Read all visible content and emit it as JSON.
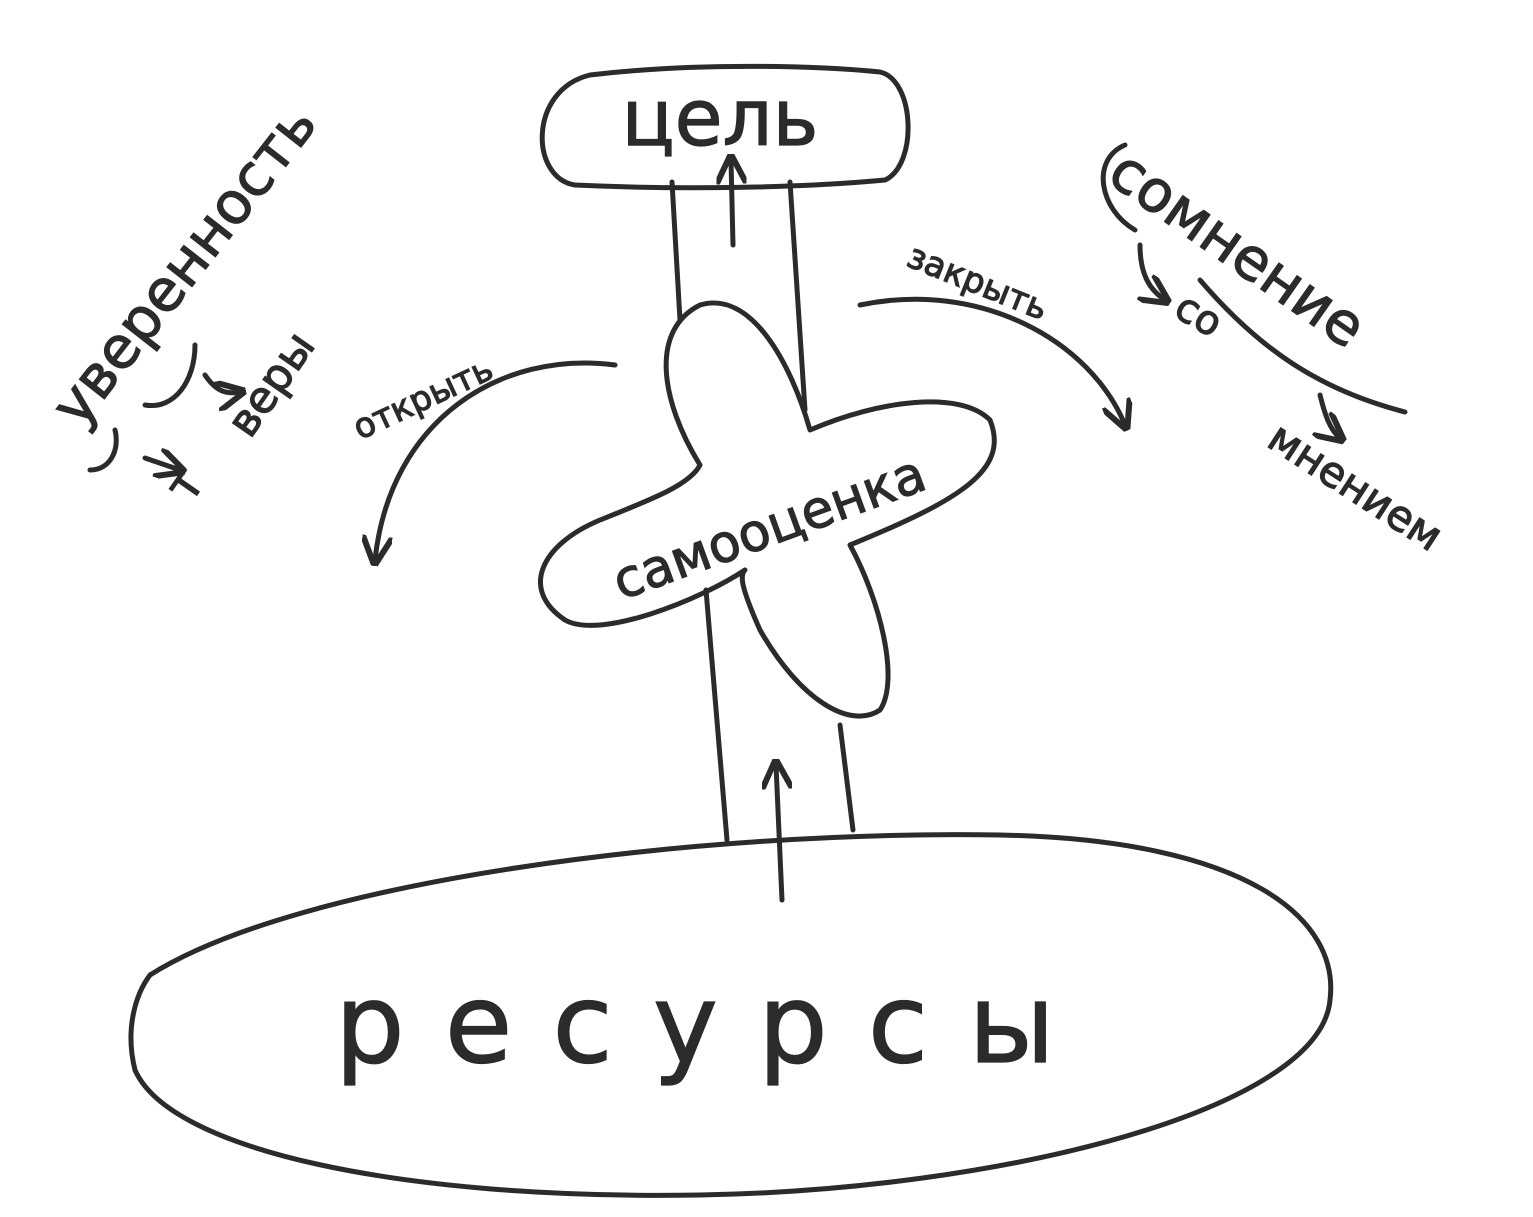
{
  "goal": "цель",
  "self_esteem": "самооценка",
  "resources": "ресурсы",
  "confidence": {
    "word": "уверенность",
    "part_1": "веры",
    "part_2": "т"
  },
  "doubt": {
    "word": "сомнение",
    "part_1": "со",
    "part_2": "мнением"
  },
  "open_label": "открыть",
  "close_label": "закрыть",
  "ink_color": "#2b2b2b"
}
